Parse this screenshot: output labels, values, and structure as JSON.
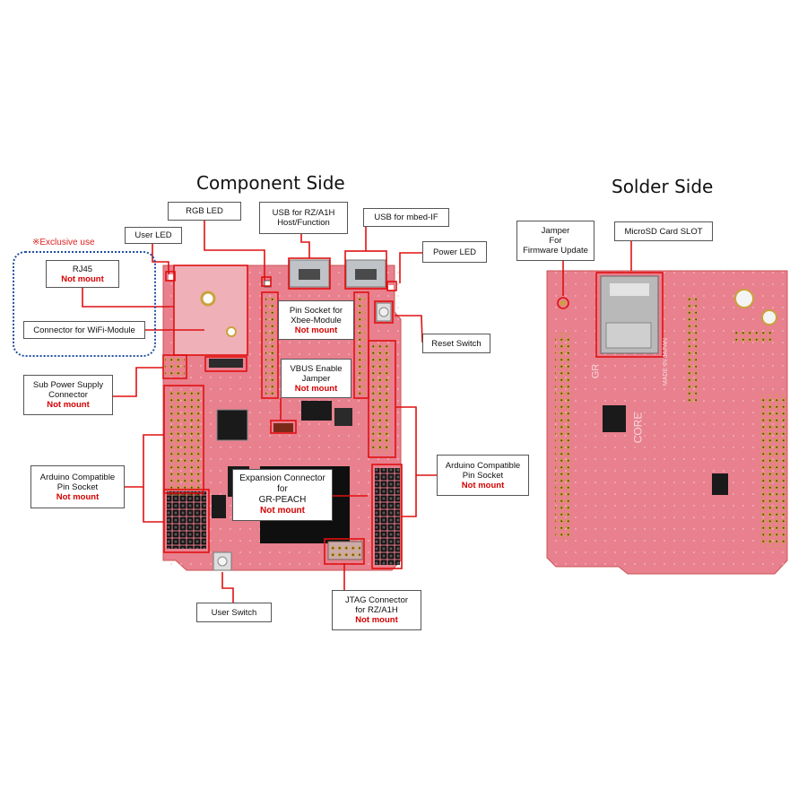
{
  "titles": {
    "component_side": "Component Side",
    "solder_side": "Solder Side"
  },
  "exclusive_note": "※Exclusive use",
  "labels": {
    "rgb_led": "RGB LED",
    "usb_rz_line1": "USB for RZ/A1H",
    "usb_rz_line2": "Host/Function",
    "usb_mbed": "USB for mbed-IF",
    "user_led": "User LED",
    "power_led": "Power LED",
    "rj45": "RJ45",
    "wifi_connector": "Connector for WiFi-Module",
    "xbee_line1": "Pin Socket for",
    "xbee_line2": "Xbee-Module",
    "reset_switch": "Reset Switch",
    "vbus_line1": "VBUS Enable",
    "vbus_line2": "Jamper",
    "sub_power_line1": "Sub Power Supply",
    "sub_power_line2": "Connector",
    "arduino_left_line1": "Arduino Compatible",
    "arduino_left_line2": "Pin Socket",
    "expansion_line1": "Expansion Connector",
    "expansion_line2": "for",
    "expansion_line3": "GR-PEACH",
    "arduino_right_line1": "Arduino Compatible",
    "arduino_right_line2": "Pin Socket",
    "user_switch": "User Switch",
    "jtag_line1": "JTAG Connector",
    "jtag_line2": "for RZ/A1H",
    "jamper_fw_line1": "Jamper",
    "jamper_fw_line2": "For",
    "jamper_fw_line3": "Firmware Update",
    "microsd": "MicroSD Card SLOT",
    "not_mount": "Not mount"
  },
  "board_silkscreen": {
    "core": "CORE",
    "made_in_japan": "MADE IN JAPAN",
    "gr": "GR"
  },
  "colors": {
    "board": "#e8808e",
    "board_dark": "#d9646f",
    "callout_red": "#e01010",
    "exclusive_blue": "#1f4fa0"
  }
}
